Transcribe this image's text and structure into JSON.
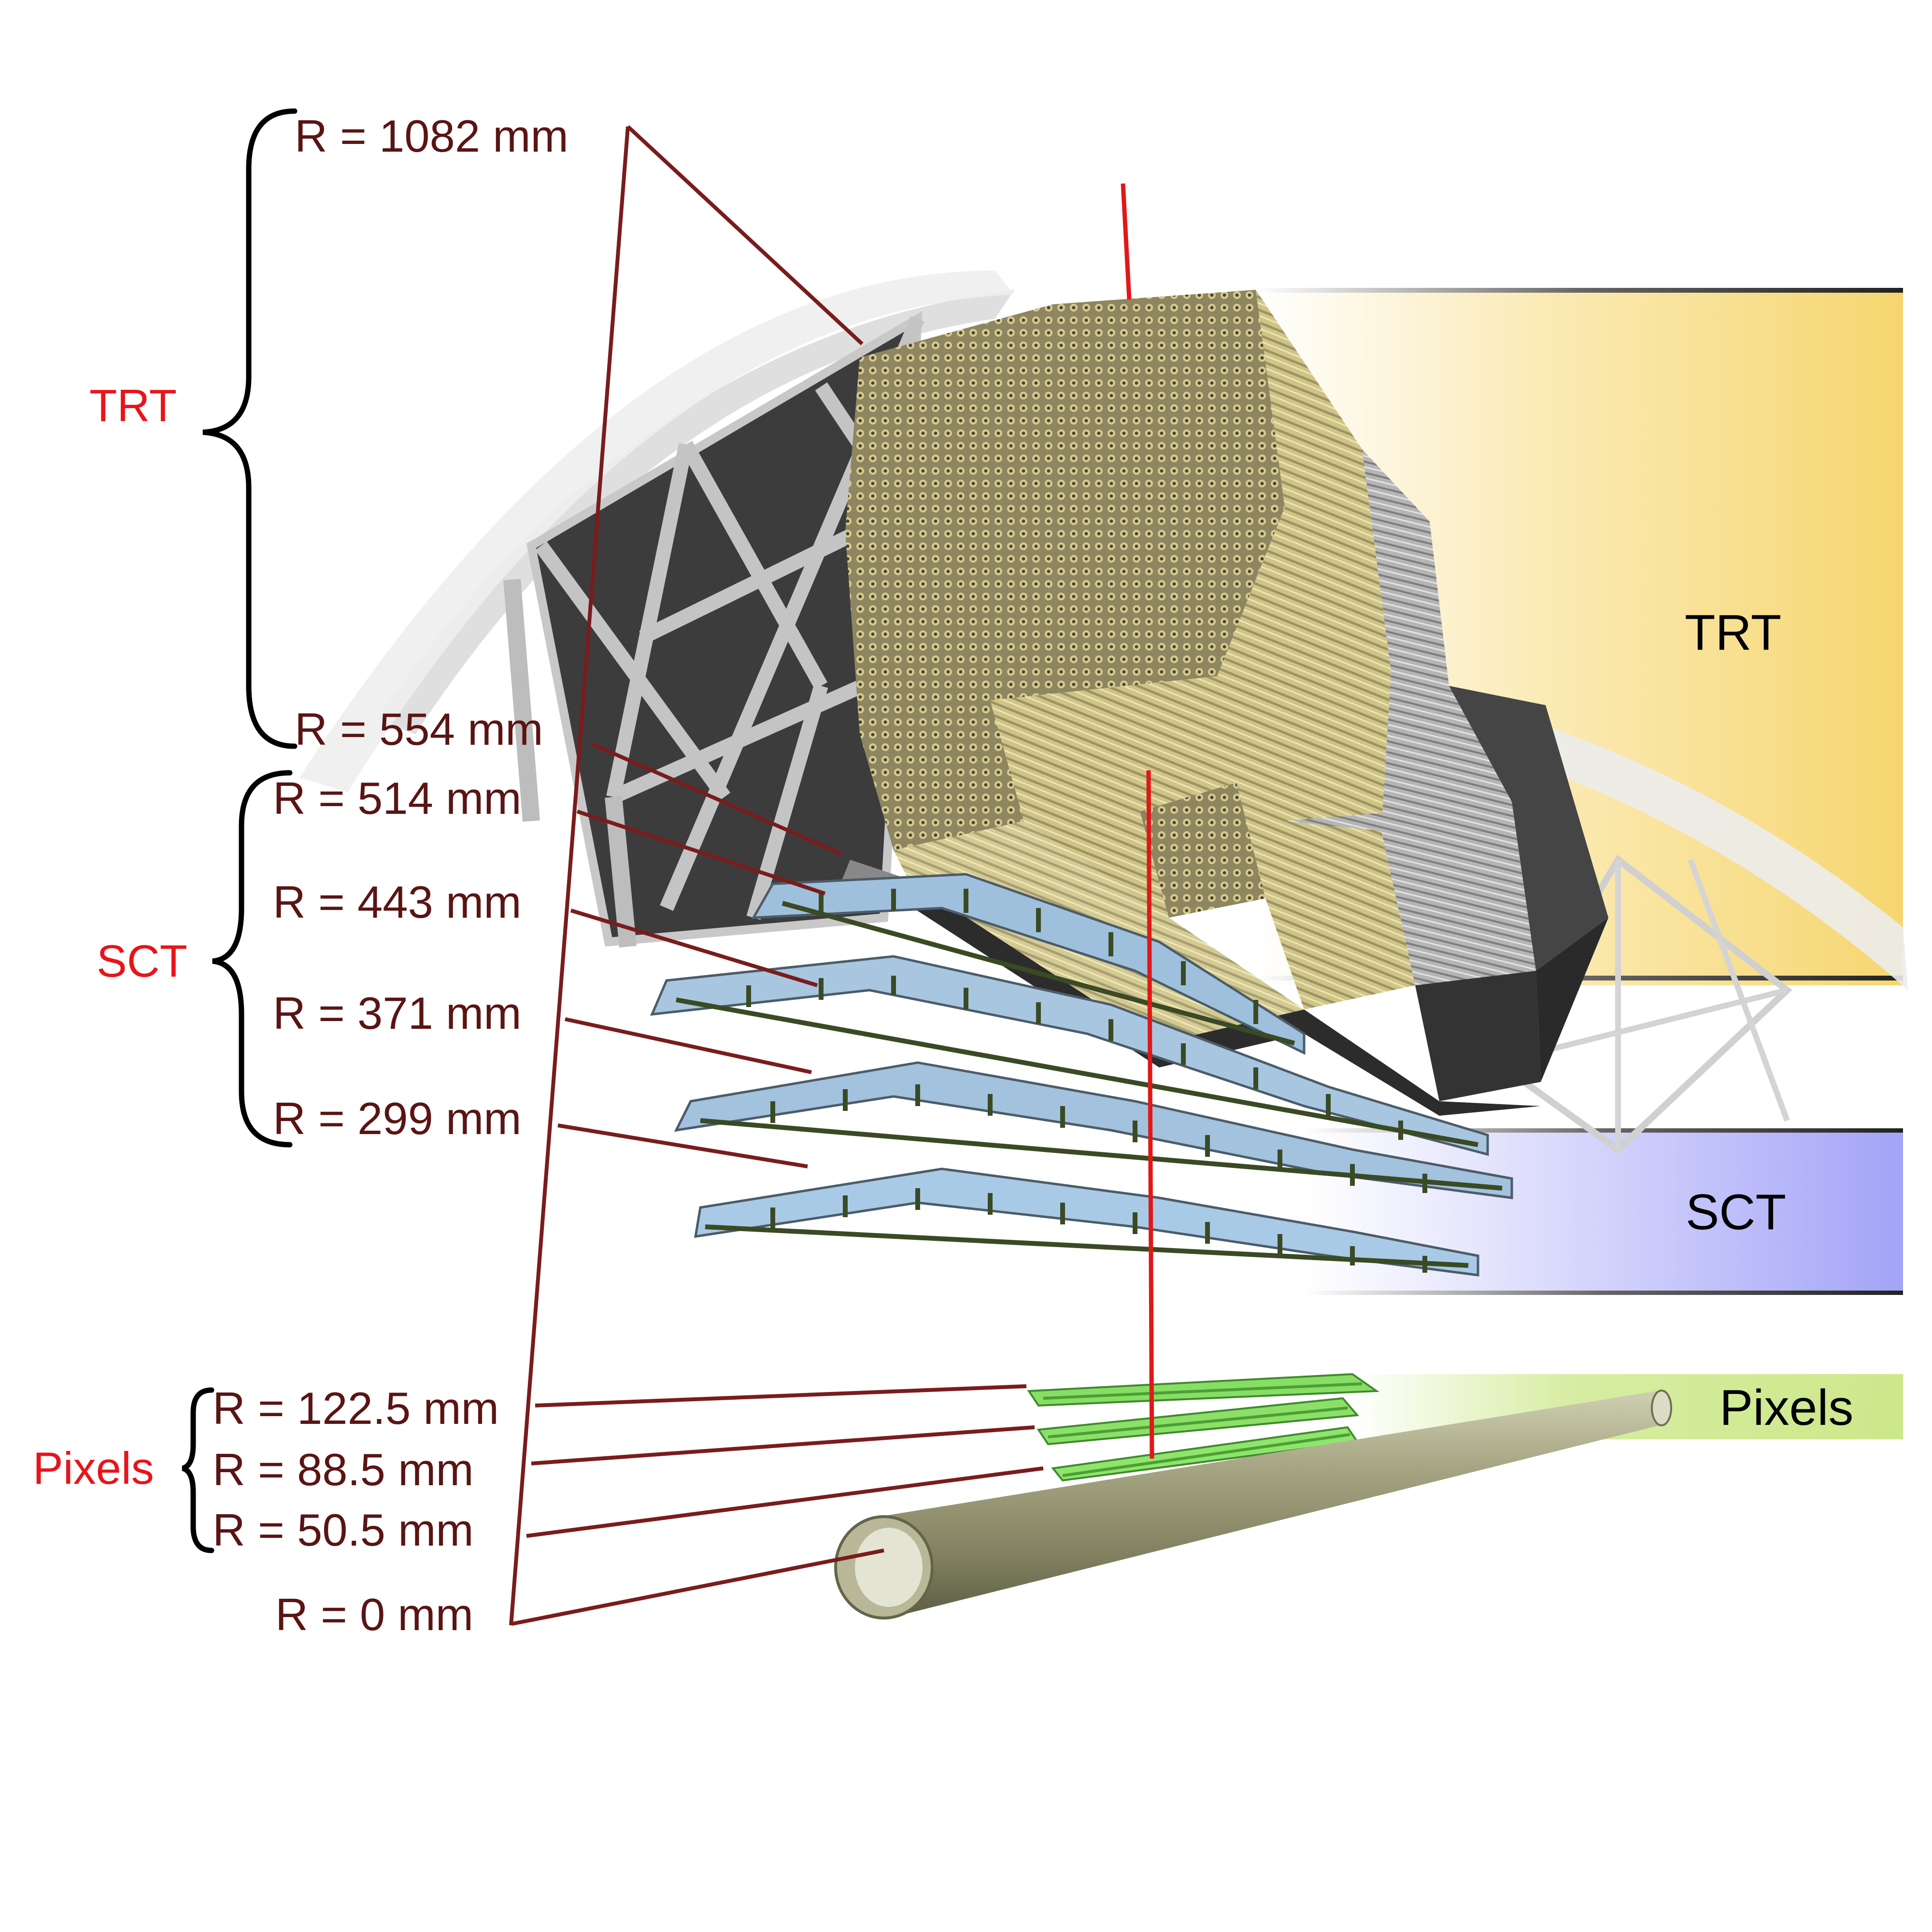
{
  "colors": {
    "radius_text": "#5a1414",
    "group_text": "#e8141a",
    "leader_line": "#7a1c1c",
    "track_line": "#e01818",
    "brace": "#000000",
    "trt_band": "#f7d977",
    "sct_band": "#a8a8f8",
    "pixel_band": "#cce88a",
    "trt_straw": "#d8ca88",
    "sct_module": "#9fc0dc",
    "pixel_module": "#88dd66",
    "beam_pipe": "#9a9a76"
  },
  "groups": {
    "trt": "TRT",
    "sct": "SCT",
    "pixels": "Pixels"
  },
  "bands": {
    "trt": "TRT",
    "sct": "SCT",
    "pixels": "Pixels"
  },
  "radii": {
    "r1082": "R = 1082 mm",
    "r554": "R = 554 mm",
    "r514": "R = 514 mm",
    "r443": "R = 443 mm",
    "r371": "R = 371 mm",
    "r299": "R = 299 mm",
    "r1225": "R = 122.5 mm",
    "r885": "R = 88.5 mm",
    "r505": "R = 50.5 mm",
    "r0": "R = 0 mm"
  },
  "icons": {
    "brace": "curly-brace",
    "beam_pipe": "cylinder"
  }
}
